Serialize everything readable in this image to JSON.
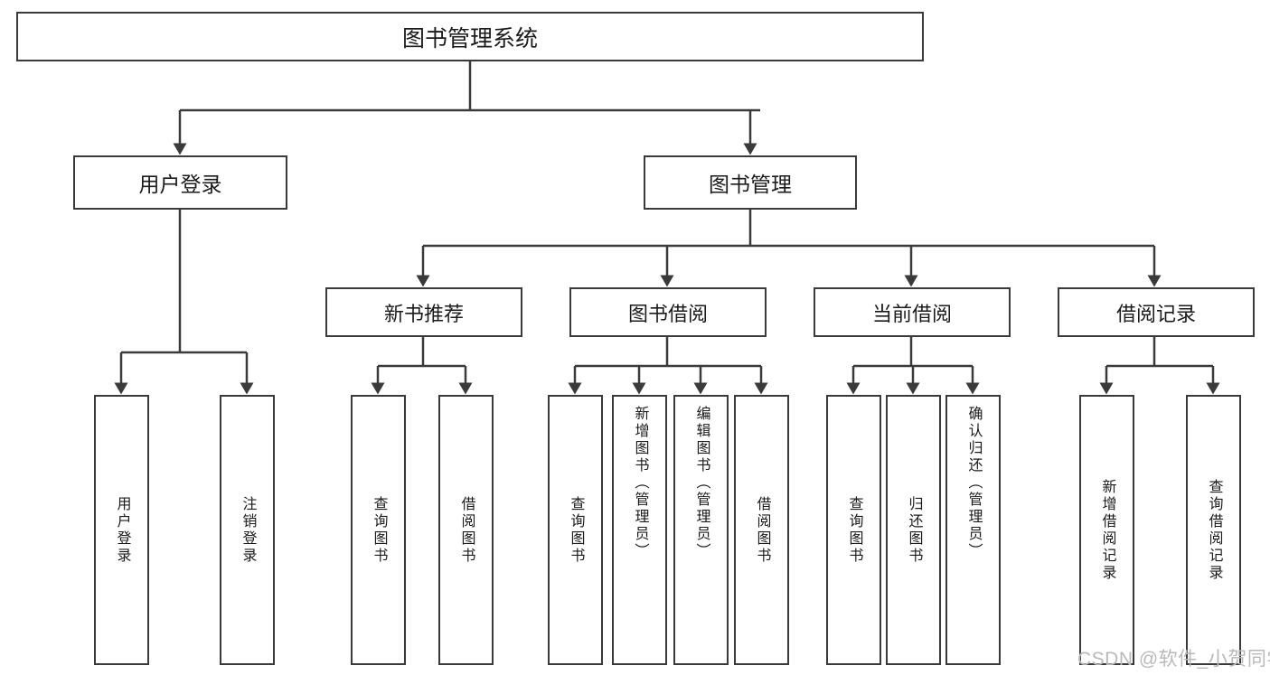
{
  "diagram": {
    "type": "tree",
    "title": "图书管理系统",
    "root": {
      "label": "图书管理系统",
      "id": "root"
    },
    "nodes": {
      "root": {
        "label": "图书管理系统"
      },
      "user_login": {
        "label": "用户登录"
      },
      "book_manage": {
        "label": "图书管理"
      },
      "new_book_rec": {
        "label": "新书推荐"
      },
      "book_borrow": {
        "label": "图书借阅"
      },
      "current_borrow": {
        "label": "当前借阅"
      },
      "borrow_record": {
        "label": "借阅记录"
      },
      "leaf_user_login": {
        "label": "用户登录"
      },
      "leaf_logout": {
        "label": "注销登录"
      },
      "leaf_query_book_1": {
        "label": "查询图书"
      },
      "leaf_borrow_book_1": {
        "label": "借阅图书"
      },
      "leaf_query_book_2": {
        "label": "查询图书"
      },
      "leaf_add_book": {
        "label": "新增图书（管理员）"
      },
      "leaf_edit_book": {
        "label": "编辑图书（管理员）"
      },
      "leaf_borrow_book_2": {
        "label": "借阅图书"
      },
      "leaf_query_book_3": {
        "label": "查询图书"
      },
      "leaf_return_book": {
        "label": "归还图书"
      },
      "leaf_confirm_return": {
        "label": "确认归还（管理员）"
      },
      "leaf_add_record": {
        "label": "新增借阅记录"
      },
      "leaf_query_record": {
        "label": "查询借阅记录"
      }
    },
    "edges": [
      {
        "from": "root",
        "to": "user_login"
      },
      {
        "from": "root",
        "to": "book_manage"
      },
      {
        "from": "user_login",
        "to": "leaf_user_login"
      },
      {
        "from": "user_login",
        "to": "leaf_logout"
      },
      {
        "from": "book_manage",
        "to": "new_book_rec"
      },
      {
        "from": "book_manage",
        "to": "book_borrow"
      },
      {
        "from": "book_manage",
        "to": "current_borrow"
      },
      {
        "from": "book_manage",
        "to": "borrow_record"
      },
      {
        "from": "new_book_rec",
        "to": "leaf_query_book_1"
      },
      {
        "from": "new_book_rec",
        "to": "leaf_borrow_book_1"
      },
      {
        "from": "book_borrow",
        "to": "leaf_query_book_2"
      },
      {
        "from": "book_borrow",
        "to": "leaf_add_book"
      },
      {
        "from": "book_borrow",
        "to": "leaf_edit_book"
      },
      {
        "from": "book_borrow",
        "to": "leaf_borrow_book_2"
      },
      {
        "from": "current_borrow",
        "to": "leaf_query_book_3"
      },
      {
        "from": "current_borrow",
        "to": "leaf_return_book"
      },
      {
        "from": "current_borrow",
        "to": "leaf_confirm_return"
      },
      {
        "from": "borrow_record",
        "to": "leaf_add_record"
      },
      {
        "from": "borrow_record",
        "to": "leaf_query_record"
      }
    ]
  },
  "watermark": {
    "text": "CSDN @软件_小贺同学"
  },
  "colors": {
    "stroke": "#3a3a3a",
    "text": "#1b1b1b",
    "background": "#ffffff",
    "watermark": "#b9b9b9"
  }
}
